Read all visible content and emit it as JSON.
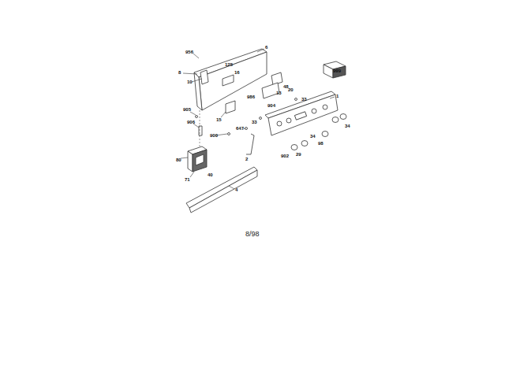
{
  "diagram": {
    "labels": [
      "956",
      "6",
      "125",
      "8",
      "16",
      "10",
      "999",
      "48",
      "986",
      "13",
      "20",
      "33",
      "1",
      "904",
      "905",
      "15",
      "33",
      "906",
      "34",
      "34",
      "900",
      "98",
      "647",
      "2",
      "80",
      "902",
      "29",
      "71",
      "40",
      "4",
      "8/98"
    ]
  }
}
